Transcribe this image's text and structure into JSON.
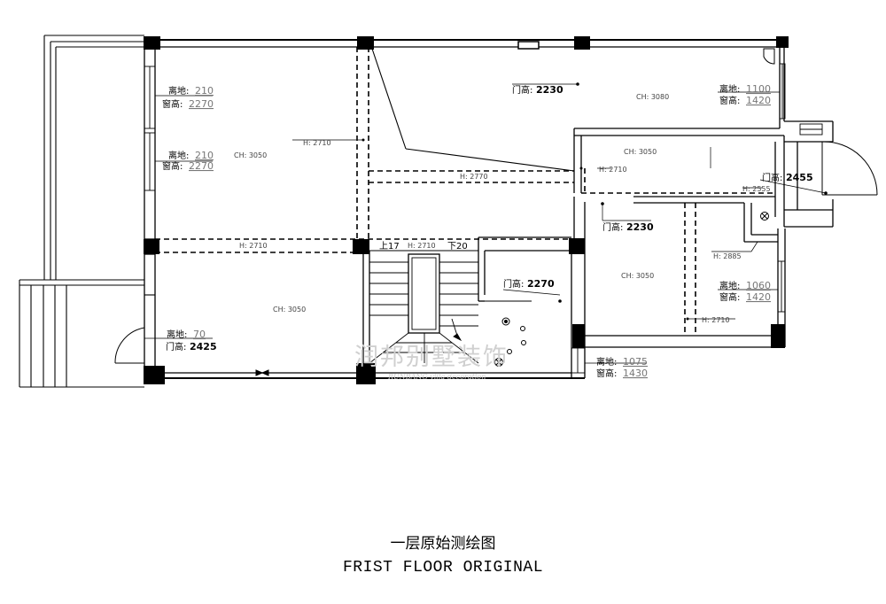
{
  "title": {
    "cn": "一层原始测绘图",
    "en": "FRIST FLOOR ORIGINAL"
  },
  "watermark": {
    "cn": "润邦别墅装饰",
    "en": "RUNBANG villa decoration"
  },
  "labels": {
    "ch3050": "CH: 3050",
    "ch3080": "CH: 3080",
    "h2710": "H: 2710",
    "h2770": "H: 2770",
    "h2555": "H: 2555",
    "h2885": "H: 2885",
    "up17": "上17",
    "down20": "下20",
    "li_di": "离地:",
    "chuang_gao": "窗高:",
    "men_gao": "门高:"
  },
  "values": {
    "w1_ld": "210",
    "w1_cg": "2270",
    "w2_ld": "210",
    "w2_cg": "2270",
    "w3_ld": "70",
    "d1_mg": "2425",
    "w4_ld": "1100",
    "w4_cg": "1420",
    "w5_ld": "1060",
    "w5_cg": "1420",
    "w6_ld": "1075",
    "w6_cg": "1430",
    "d2_mg": "2230",
    "d3_mg": "2455",
    "d4_mg": "2230",
    "d5_mg": "2270"
  },
  "colors": {
    "line": "#000000",
    "wall_fill": "#000000",
    "note": "#444444",
    "value": "#777777"
  }
}
